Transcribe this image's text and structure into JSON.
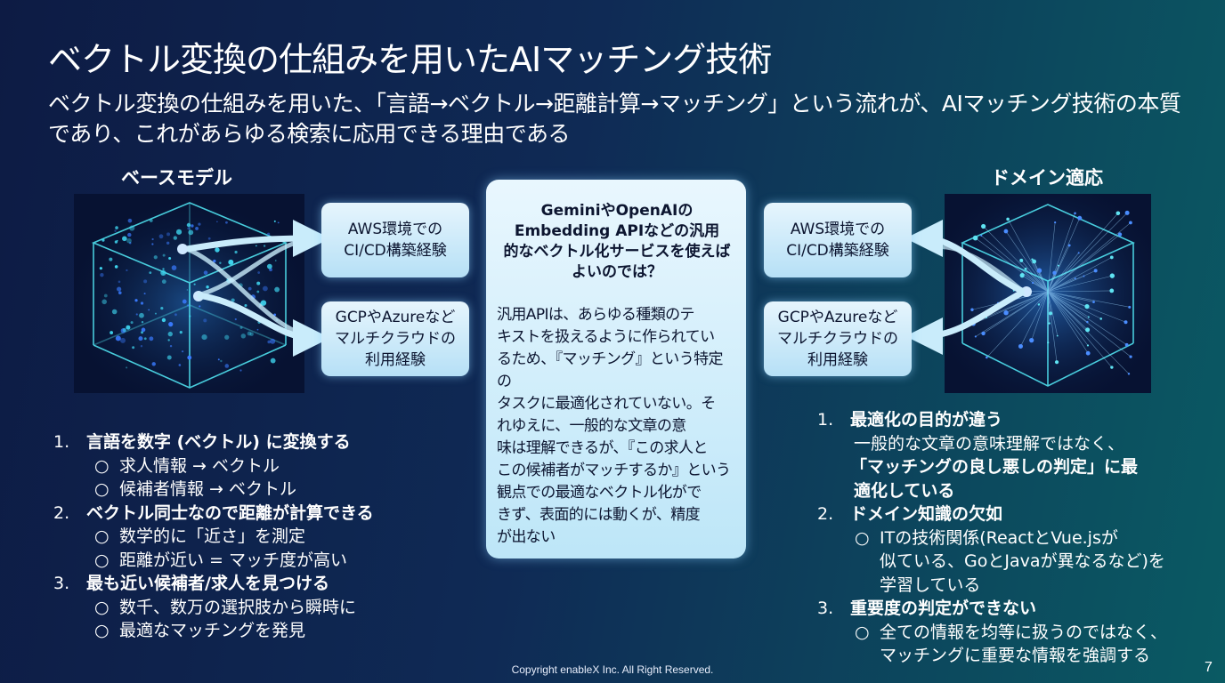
{
  "title": "ベクトル変換の仕組みを用いたAIマッチング技術",
  "subtitle": "ベクトル変換の仕組みを用いた、「言語→ベクトル→距離計算→マッチング」という流れが、AIマッチング技術の本質であり、これがあらゆる検索に応用できる理由である",
  "left_label": "ベースモデル",
  "right_label": "ドメイン適応",
  "left_bubbles": [
    {
      "line1": "AWS環境での",
      "line2": "CI/CD構築経験",
      "line3": ""
    },
    {
      "line1": "GCPやAzureなど",
      "line2": "マルチクラウドの",
      "line3": "利用経験"
    }
  ],
  "right_bubbles": [
    {
      "line1": "AWS環境での",
      "line2": "CI/CD構築経験",
      "line3": ""
    },
    {
      "line1": "GCPやAzureなど",
      "line2": "マルチクラウドの",
      "line3": "利用経験"
    }
  ],
  "center": {
    "heading": [
      "GeminiやOpenAIの",
      "Embedding APIなどの汎用",
      "的なベクトル化サービスを使えば",
      "よいのでは？"
    ],
    "body": [
      "汎用APIは、あらゆる種類のテ",
      "キストを扱えるように作られてい",
      "るため、『マッチング』という特定の",
      "タスクに最適化されていない。そ",
      "れゆえに、一般的な文章の意",
      "味は理解できるが、『この求人と",
      "この候補者がマッチするか』という",
      "観点での最適なベクトル化がで",
      "きず、表面的には動くが、精度",
      "が出ない"
    ]
  },
  "left_list": [
    {
      "num": "1.",
      "head": "言語を数字 (ベクトル) に変換する",
      "subs": [
        "求人情報 → ベクトル",
        "候補者情報 → ベクトル"
      ]
    },
    {
      "num": "2.",
      "head": "ベクトル同士なので距離が計算できる",
      "subs": [
        "数学的に「近さ」を測定",
        "距離が近い = マッチ度が高い"
      ]
    },
    {
      "num": "3.",
      "head": "最も近い候補者/求人を見つける",
      "subs": [
        "数千、数万の選択肢から瞬時に",
        "最適なマッチングを発見"
      ]
    }
  ],
  "right_list": {
    "item1": {
      "num": "1.",
      "head": "最適化の目的が違う",
      "text1": "一般的な文章の意味理解ではなく、",
      "text2": "「マッチングの良し悪しの判定」に最",
      "text3": "適化している"
    },
    "item2": {
      "num": "2.",
      "head": "ドメイン知識の欠如",
      "sub_lines": [
        "ITの技術関係(ReactとVue.jsが",
        "似ている、GoとJavaが異なるなど)を",
        "学習している"
      ]
    },
    "item3": {
      "num": "3.",
      "head": "重要度の判定ができない",
      "sub_lines": [
        "全ての情報を均等に扱うのではなく、",
        "マッチングに重要な情報を強調する"
      ]
    }
  },
  "bullet_symbol": "○",
  "footer": "Copyright enableX Inc. All Right Reserved.",
  "page_number": "7",
  "colors": {
    "accent_cyan": "#5fe3f2",
    "bubble_fill": "#cdebfa",
    "text_dark": "#0c1530"
  }
}
